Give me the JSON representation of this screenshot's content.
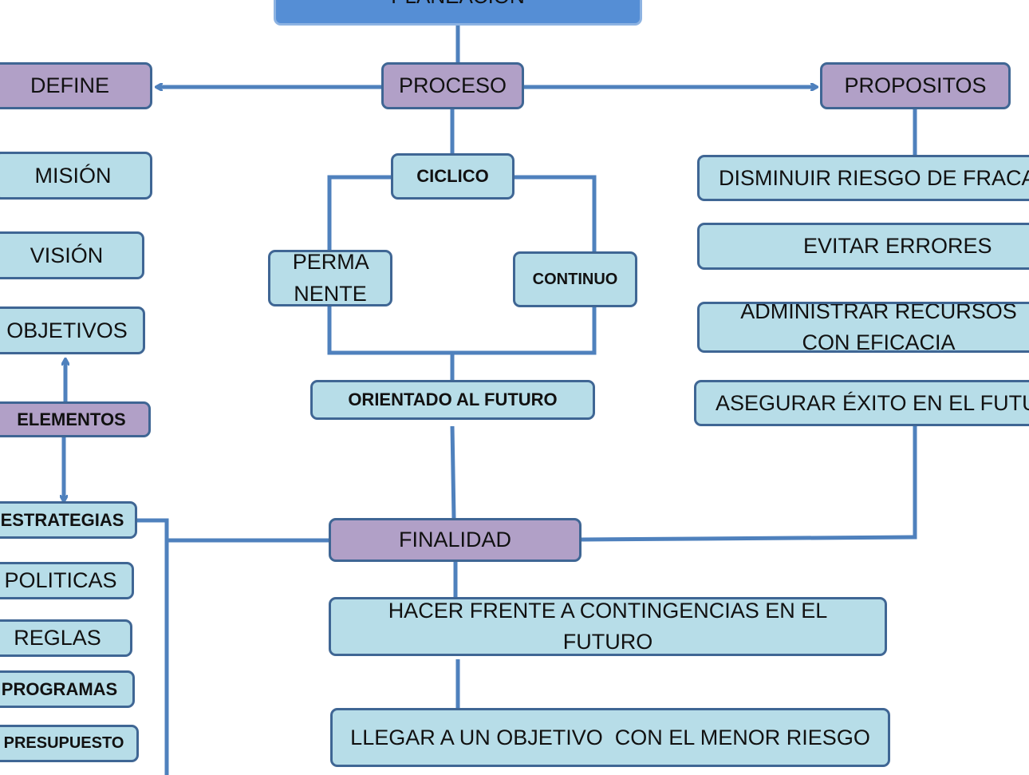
{
  "colors": {
    "line": "#4f81bd",
    "blue_box": "#b7dde8",
    "purple_box": "#b1a0c7",
    "title_box": "#558ed5",
    "border": "#3f6694"
  },
  "title": "PLANEACIÓN",
  "proceso": {
    "label": "PROCESO",
    "ciclico": "CICLICO",
    "permanente": "PERMA NENTE",
    "continuo": "CONTINUO",
    "orientado": "ORIENTADO AL FUTURO"
  },
  "define": {
    "label": "DEFINE",
    "items": [
      "MISIÓN",
      "VISIÓN",
      "OBJETIVOS"
    ]
  },
  "elementos": {
    "label": "ELEMENTOS",
    "items": [
      "ESTRATEGIAS",
      "POLITICAS",
      "REGLAS",
      "PROGRAMAS",
      "PRESUPUESTO"
    ]
  },
  "propositos": {
    "label": "PROPOSITOS",
    "items": [
      "DISMINUIR RIESGO DE FRACASO",
      "EVITAR ERRORES",
      "ADMINISTRAR RECURSOS CON EFICACIA",
      "ASEGURAR ÉXITO EN EL FUTURO"
    ]
  },
  "finalidad": {
    "label": "FINALIDAD",
    "items": [
      "HACER FRENTE A CONTINGENCIAS EN EL FUTURO",
      "LLEGAR A UN OBJETIVO  CON EL MENOR RIESGO"
    ]
  }
}
